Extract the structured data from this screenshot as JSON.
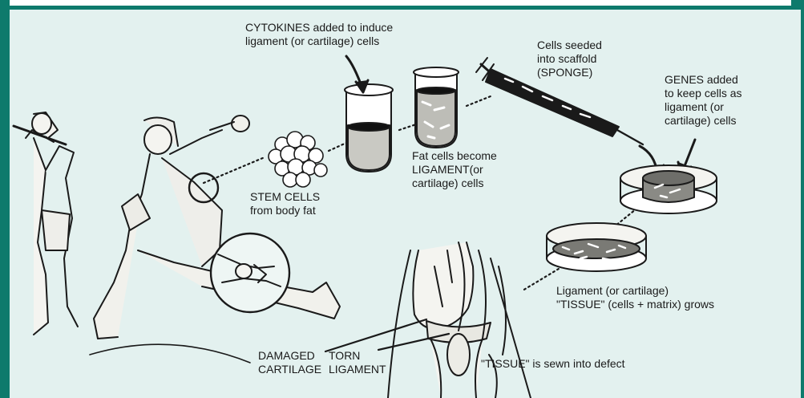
{
  "labels": {
    "cytokines": [
      "CYTOKINES added to induce",
      "ligament (or cartilage) cells"
    ],
    "cells_seeded": [
      "Cells seeded",
      "into scaffold",
      "(SPONGE)"
    ],
    "genes": [
      "GENES added",
      "to keep cells as",
      "ligament (or",
      "cartilage) cells"
    ],
    "fat_cells": [
      "Fat cells become",
      "LIGAMENT(or",
      "cartilage) cells"
    ],
    "stem_cells": [
      "STEM CELLS",
      "from body fat"
    ],
    "tissue_grows": [
      "Ligament (or cartilage)",
      "\"TISSUE\" (cells + matrix) grows"
    ],
    "damaged": [
      "DAMAGED",
      "CARTILAGE"
    ],
    "torn": [
      "TORN",
      "LIGAMENT"
    ],
    "sewn": "\"TISSUE\" is sewn into defect"
  },
  "colors": {
    "frame": "#0e7a6c",
    "background": "#e3f1ef",
    "ink": "#1a1a1a"
  }
}
